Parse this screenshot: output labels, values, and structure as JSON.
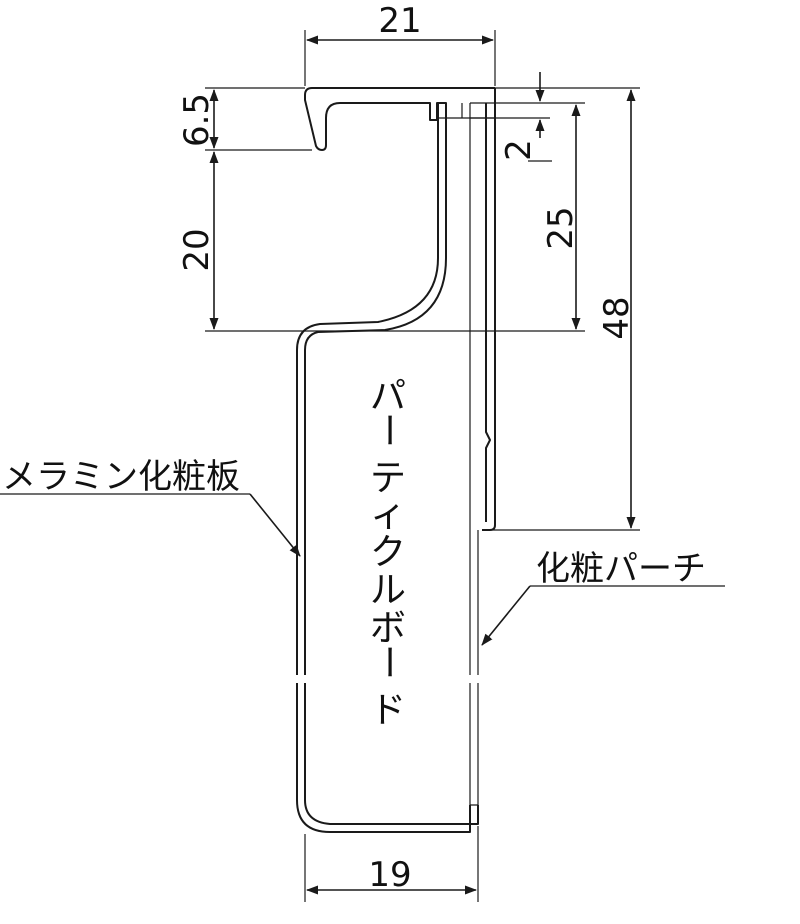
{
  "dimensions": {
    "top_width": "21",
    "lip_height": "6.5",
    "gap": "2",
    "inner_height": "25",
    "drop_height": "20",
    "total_height": "48",
    "bottom_width": "19"
  },
  "labels": {
    "melamine_board": "メラミン化粧板",
    "decorative_perch": "化粧パーチ",
    "core_chars": [
      "パ",
      "ー",
      "テ",
      "ィ",
      "ク",
      "ル",
      "ボ",
      "ー",
      "ド"
    ]
  }
}
